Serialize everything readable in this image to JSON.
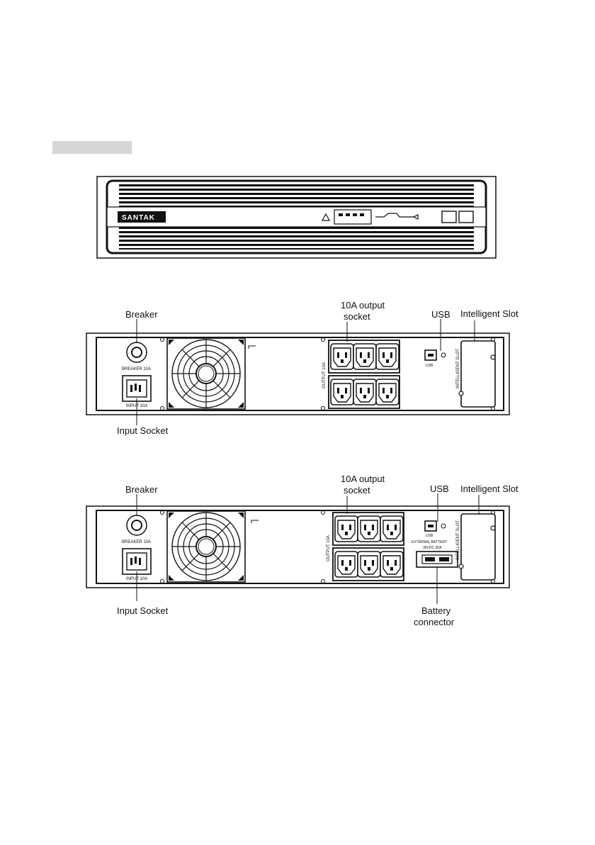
{
  "front_panel": {
    "brand": "SANTAK"
  },
  "rear_panel_1": {
    "callouts": {
      "breaker": "Breaker",
      "output_line1": "10A output",
      "output_line2": "socket",
      "usb": "USB",
      "slot": "Intelligent Slot",
      "input": "Input Socket"
    },
    "panel_labels": {
      "breaker": "BREAKER 10A",
      "input": "INPUT 10A",
      "output": "OUTPUT 10A",
      "usb": "USB",
      "slot": "INTELLIGENT SLOT"
    }
  },
  "rear_panel_2": {
    "callouts": {
      "breaker": "Breaker",
      "output_line1": "10A output",
      "output_line2": "socket",
      "usb": "USB",
      "slot": "Intelligent Slot",
      "input": "Input Socket",
      "battery_line1": "Battery",
      "battery_line2": "connector"
    },
    "panel_labels": {
      "breaker": "BREAKER 10A",
      "input": "INPUT 10A",
      "output": "OUTPUT 10A",
      "usb": "USB",
      "slot": "INTELLIGENT SLOT",
      "ext_battery_line1": "EXTERNAL BATTERY",
      "ext_battery_line2": "36VDC,30A"
    }
  }
}
